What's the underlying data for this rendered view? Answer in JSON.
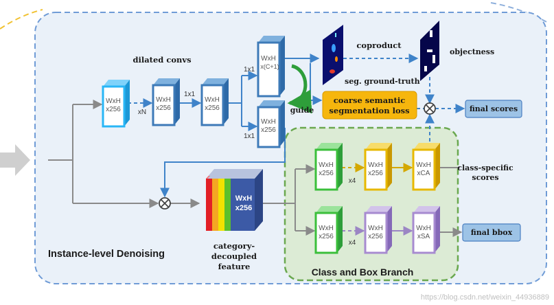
{
  "labels": {
    "dilated_convs": "dilated convs",
    "xN": "xN",
    "one_by_one_a": "1x1",
    "one_by_one_b": "1x1",
    "one_by_one_c": "1x1",
    "coproduct": "coproduct",
    "objectness": "objectness",
    "seg_ground_truth": "seg. ground-truth",
    "guide": "guide",
    "coarse_loss_line1": "coarse semantic",
    "coarse_loss_line2": "segmentation loss",
    "final_scores": "final scores",
    "class_specific_line1": "class-specific",
    "class_specific_line2": "scores",
    "final_bbox": "final bbox",
    "x4_top": "x4",
    "x4_bottom": "x4",
    "category_line1": "category-",
    "category_line2": "decoupled",
    "category_line3": "feature",
    "instance_level": "Instance-level Denoising",
    "class_box_branch": "Class and Box Branch",
    "watermark": "https://blog.csdn.net/weixin_44936889"
  },
  "blocks": {
    "b1": [
      "WxH",
      "x256"
    ],
    "b2": [
      "WxH",
      "x256"
    ],
    "b3": [
      "WxH",
      "x256"
    ],
    "b4": [
      "WxH",
      "x(C+1)"
    ],
    "b5": [
      "WxH",
      "x256"
    ],
    "feat": [
      "WxH",
      "x256"
    ],
    "g1": [
      "WxH",
      "x256"
    ],
    "g2": [
      "WxH",
      "x256"
    ],
    "y1": [
      "WxH",
      "x256"
    ],
    "y2": [
      "WxH",
      "xCA"
    ],
    "p1": [
      "WxH",
      "x256"
    ],
    "p2": [
      "WxH",
      "xSA"
    ]
  },
  "colors": {
    "panel_fill": "#eaf1f9",
    "panel_border": "#6f9bd6",
    "branch_fill": "#dcebd5",
    "branch_border": "#6aa84f",
    "cyan_block": "#29b6f6",
    "blue_block": "#3d7ab8",
    "green_block": "#3bbf3b",
    "yellow_block": "#e7b800",
    "purple_block": "#a78bd0",
    "loss_fill": "#f6b60d",
    "score_fill": "#9dc3e6",
    "feature_stripes": [
      "#e21f26",
      "#f5a623",
      "#f2e200",
      "#5cc02c",
      "#3c5aa6"
    ]
  }
}
